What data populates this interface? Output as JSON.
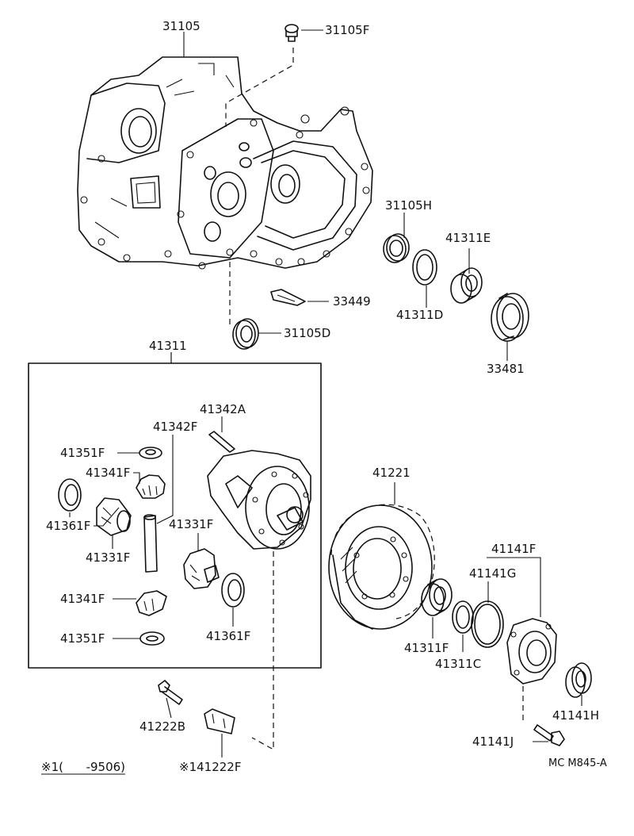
{
  "labels": {
    "p31105": "31105",
    "p31105F": "31105F",
    "p31105H": "31105H",
    "p41311E": "41311E",
    "p33449": "33449",
    "p41311D": "41311D",
    "p33481": "33481",
    "p31105D": "31105D",
    "p41311": "41311",
    "p41342A": "41342A",
    "p41342F": "41342F",
    "p41351F_top": "41351F",
    "p41341F_top": "41341F",
    "p41361F_left": "41361F",
    "p41331F_left": "41331F",
    "p41331F_right": "41331F",
    "p41341F_bottom": "41341F",
    "p41351F_bottom": "41351F",
    "p41361F_right": "41361F",
    "p41221": "41221",
    "p41141F": "41141F",
    "p41141G": "41141G",
    "p41311F": "41311F",
    "p41311C": "41311C",
    "p41141H": "41141H",
    "p41222B": "41222B",
    "p41222F": "※141222F",
    "p41141J": "41141J",
    "note": "※1(      -9506)",
    "code": "MC M845-A"
  }
}
